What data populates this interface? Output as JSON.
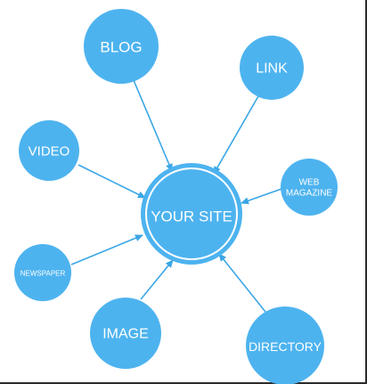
{
  "diagram": {
    "colors": {
      "node_fill": "#4db3ef",
      "center_ring": "#ffffff",
      "arrow": "#3aa6e6",
      "text": "#ffffff",
      "background": "#ffffff",
      "frame": "#2b2b2b"
    },
    "center": {
      "label": "YOUR SITE"
    },
    "nodes": [
      {
        "id": "blog",
        "lines": [
          "BLOG"
        ]
      },
      {
        "id": "link",
        "lines": [
          "LINK"
        ]
      },
      {
        "id": "video",
        "lines": [
          "VIDEO"
        ]
      },
      {
        "id": "web-magazine",
        "lines": [
          "WEB",
          "MAGAZINE"
        ]
      },
      {
        "id": "newspaper",
        "lines": [
          "NEWSPAPER"
        ]
      },
      {
        "id": "image",
        "lines": [
          "IMAGE"
        ]
      },
      {
        "id": "directory",
        "lines": [
          "DIRECTORY"
        ]
      }
    ]
  }
}
